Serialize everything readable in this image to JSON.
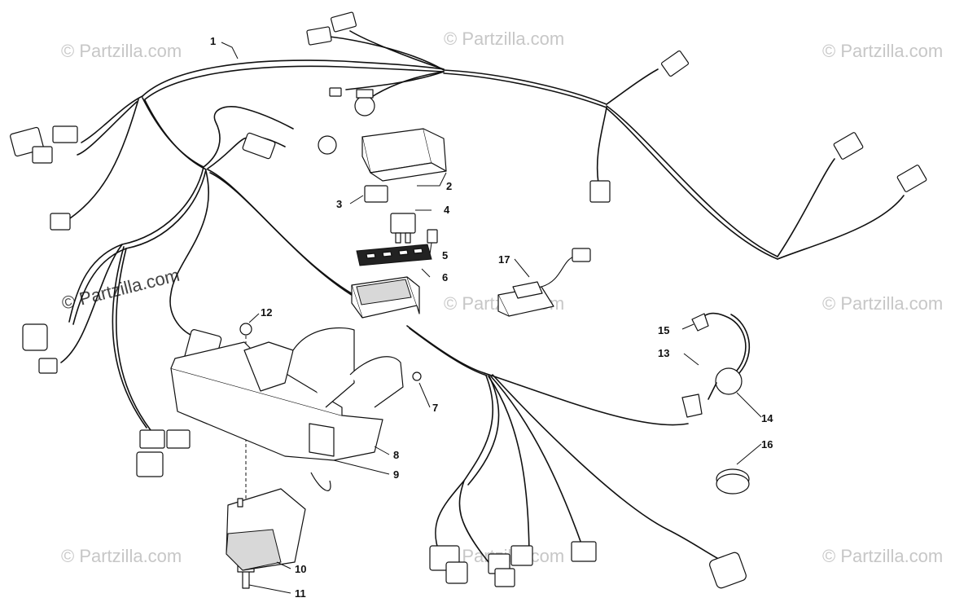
{
  "watermark": {
    "text": "© Partzilla.com"
  },
  "callouts": [
    "1",
    "2",
    "3",
    "4",
    "5",
    "6",
    "7",
    "8",
    "9",
    "10",
    "11",
    "12",
    "13",
    "14",
    "15",
    "16",
    "17"
  ]
}
